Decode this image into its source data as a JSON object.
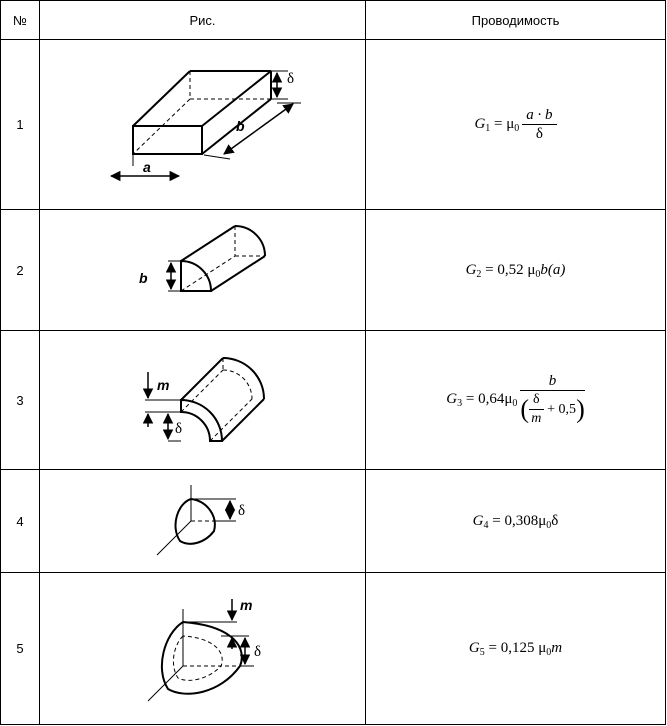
{
  "header": {
    "col_num": "№",
    "col_fig": "Рис.",
    "col_cond": "Проводимость"
  },
  "rows": [
    {
      "num": "1",
      "labels": {
        "a": "a",
        "b": "b",
        "d": "δ"
      },
      "formula": {
        "g": "G",
        "sub": "1",
        "eq": " = ",
        "mu": "μ",
        "mu_sub": "0",
        "numerator": "a · b",
        "denominator": "δ"
      }
    },
    {
      "num": "2",
      "labels": {
        "b": "b"
      },
      "formula": {
        "g": "G",
        "sub": "2",
        "rest": " = 0,52 ",
        "mu": "μ",
        "mu_sub": "0",
        "tail": "b(a)"
      }
    },
    {
      "num": "3",
      "labels": {
        "m": "m",
        "d": "δ"
      },
      "formula": {
        "g": "G",
        "sub": "3",
        "rest": " = 0,64",
        "mu": "μ",
        "mu_sub": "0",
        "numerator": "b",
        "inner_num": "δ",
        "inner_den": "m",
        "inner_plus": " + 0,5"
      }
    },
    {
      "num": "4",
      "labels": {
        "d": "δ"
      },
      "formula": {
        "g": "G",
        "sub": "4",
        "rest": " = 0,308",
        "mu": "μ",
        "mu_sub": "0",
        "tail": "δ"
      }
    },
    {
      "num": "5",
      "labels": {
        "m": "m",
        "d": "δ"
      },
      "formula": {
        "g": "G",
        "sub": "5",
        "rest": " = 0,125 ",
        "mu": "μ",
        "mu_sub": "0",
        "tail": "m"
      }
    }
  ]
}
